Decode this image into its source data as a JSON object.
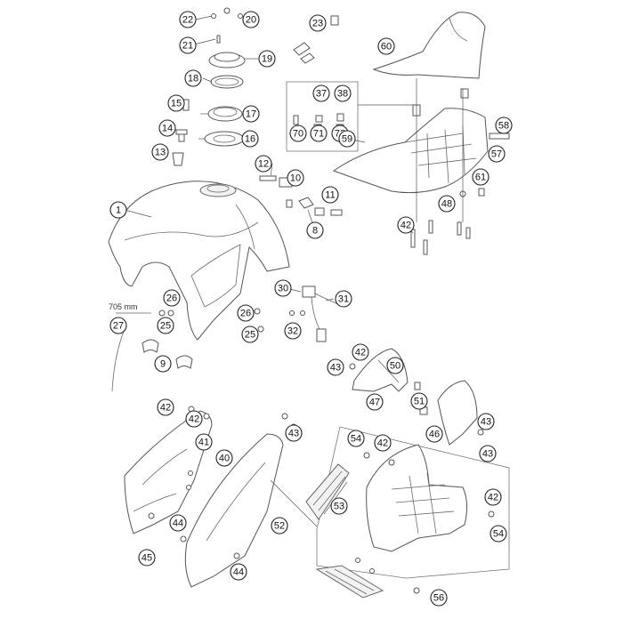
{
  "diagram": {
    "callouts": [
      "22",
      "20",
      "23",
      "21",
      "19",
      "60",
      "18",
      "37",
      "38",
      "15",
      "17",
      "70",
      "71",
      "72",
      "14",
      "16",
      "59",
      "58",
      "13",
      "57",
      "12",
      "10",
      "61",
      "11",
      "48",
      "1",
      "8",
      "42",
      "26",
      "30",
      "31",
      "25",
      "26",
      "32",
      "27",
      "25",
      "9",
      "42",
      "43",
      "50",
      "47",
      "51",
      "42",
      "43",
      "42",
      "41",
      "43",
      "46",
      "43",
      "54",
      "42",
      "40",
      "53",
      "42",
      "44",
      "52",
      "54",
      "45",
      "44",
      "56"
    ],
    "cable_length_label": "705 mm"
  }
}
